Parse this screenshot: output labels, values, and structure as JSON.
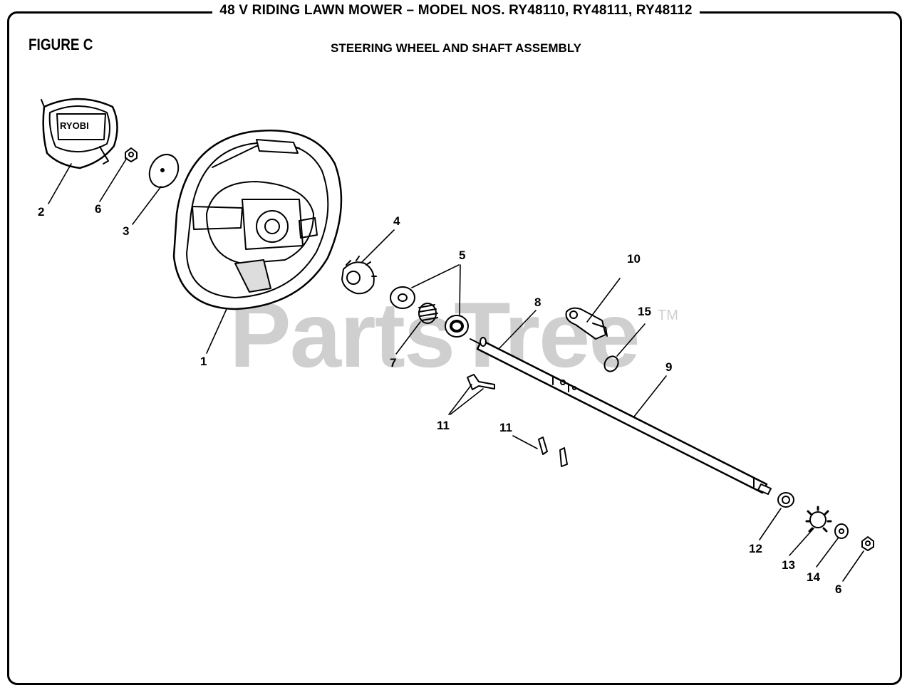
{
  "header": {
    "title": "48 V RIDING LAWN MOWER – MODEL NOS. RY48110, RY48111, RY48112"
  },
  "figure": {
    "label": "FIGURE C",
    "caption": "STEERING WHEEL AND SHAFT ASSEMBLY"
  },
  "watermark": {
    "text": "PartsTree",
    "tm": "TM"
  },
  "logo": {
    "text": "RYOBI"
  },
  "callouts": {
    "c1": "1",
    "c2": "2",
    "c3": "3",
    "c4": "4",
    "c5": "5",
    "c6a": "6",
    "c6b": "6",
    "c7": "7",
    "c8": "8",
    "c9": "9",
    "c10": "10",
    "c11a": "11",
    "c11b": "11",
    "c12": "12",
    "c13": "13",
    "c14": "14",
    "c15": "15"
  }
}
